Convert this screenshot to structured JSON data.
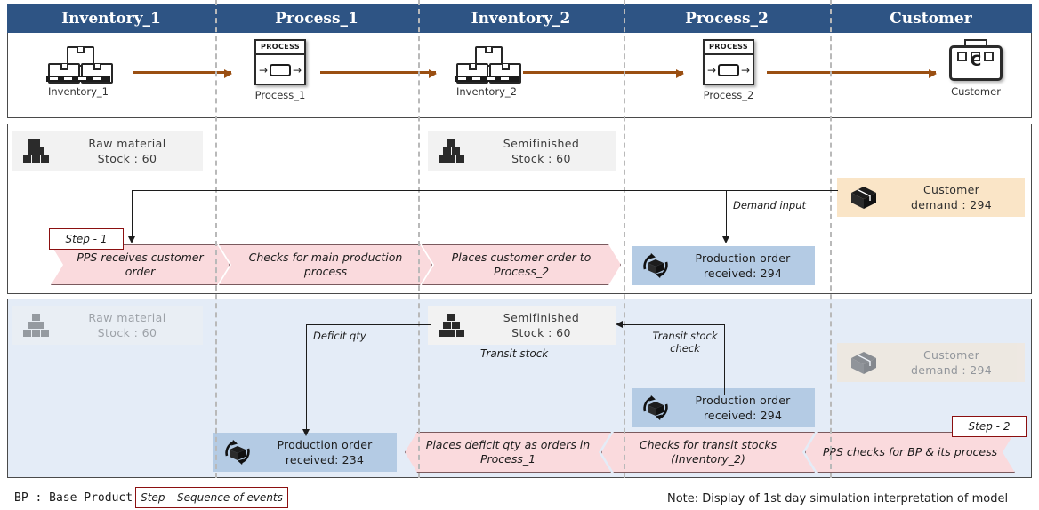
{
  "columns": [
    {
      "title": "Inventory_1",
      "node_label": "Inventory_1",
      "icon": "inventory-pallet-icon"
    },
    {
      "title": "Process_1",
      "node_label": "Process_1",
      "icon": "process-box-icon"
    },
    {
      "title": "Inventory_2",
      "node_label": "Inventory_2",
      "icon": "inventory-pallet-icon"
    },
    {
      "title": "Process_2",
      "node_label": "Process_2",
      "icon": "process-box-icon"
    },
    {
      "title": "Customer",
      "node_label": "Customer",
      "icon": "customer-briefcase-icon"
    }
  ],
  "process_icon_text": "PROCESS",
  "customer_icon_letter": "C",
  "step1": {
    "tag": "Step - 1",
    "raw_stock": {
      "line1": "Raw material",
      "line2": "Stock : 60"
    },
    "semi_stock": {
      "line1": "Semifinished",
      "line2": "Stock : 60"
    },
    "chevrons": [
      "PPS  receives customer order",
      "Checks for main production process",
      "Places customer order to Process_2"
    ],
    "production_order": {
      "line1": "Production order",
      "line2": "received: 294"
    },
    "demand": {
      "line1": "Customer",
      "line2": "demand : 294"
    },
    "annotation_demand_input": "Demand input"
  },
  "step2": {
    "tag": "Step - 2",
    "raw_stock": {
      "line1": "Raw material",
      "line2": "Stock : 60"
    },
    "semi_stock": {
      "line1": "Semifinished",
      "line2": "Stock : 60"
    },
    "transit_caption": "Transit stock",
    "annotation_deficit": "Deficit qty",
    "annotation_transit_check": "Transit stock check",
    "production_order_p1": {
      "line1": "Production order",
      "line2": "received: 234"
    },
    "production_order_p2": {
      "line1": "Production order",
      "line2": "received: 294"
    },
    "demand": {
      "line1": "Customer",
      "line2": "demand : 294"
    },
    "chevrons": [
      "Places deficit qty as orders in Process_1",
      "Checks for transit stocks (Inventory_2)",
      "PPS  checks for BP  & its process"
    ]
  },
  "footer": {
    "bp_legend": "BP : Base Product",
    "step_legend": "Step – Sequence of events",
    "note": "Note: Display  of 1st day simulation  interpretation of model"
  },
  "colors": {
    "header_blue": "#2e5484",
    "chevron_pink": "#fadadd",
    "order_blue": "#b4cbe4",
    "demand_tan": "#fae5c7",
    "panel_blue": "#e4ecf7",
    "stock_gray": "#f2f2f2",
    "flow_arrow_brown": "#9a4f12",
    "step_tag_border": "#8b0f10"
  }
}
